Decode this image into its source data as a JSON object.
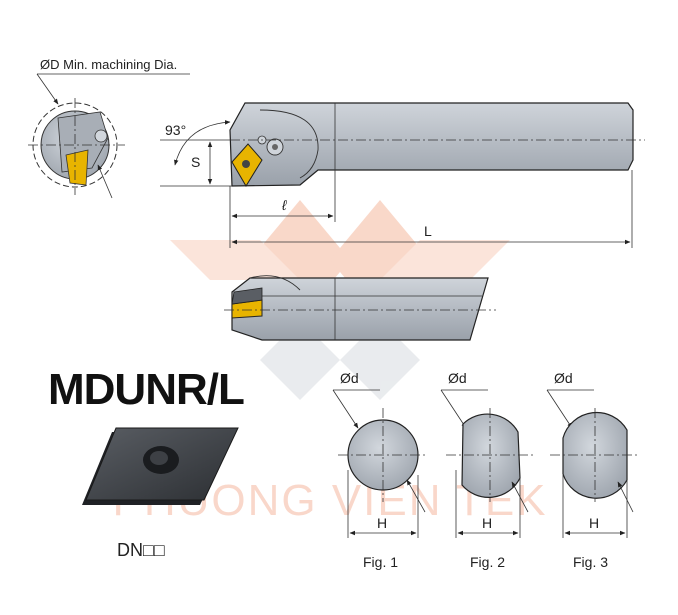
{
  "diagram": {
    "min_dia_label": "ØD Min. machining Dia.",
    "angle_label": "93°",
    "s_label": "S",
    "l_small_label": "ℓ",
    "l_large_label": "L",
    "title": "MDUNR/L",
    "insert_code": "DN□□",
    "watermark": "PHUONG VIEN TEK",
    "figures": [
      {
        "d_label": "Ød",
        "h_label": "H",
        "caption": "Fig. 1"
      },
      {
        "d_label": "Ød",
        "h_label": "H",
        "caption": "Fig. 2"
      },
      {
        "d_label": "Ød",
        "h_label": "H",
        "caption": "Fig. 3"
      }
    ],
    "colors": {
      "steel": "#b9bfc7",
      "steel_dark": "#8e959e",
      "insert": "#e8b400",
      "insert_dark": "#3a3d42",
      "watermark": "#f5b8a0"
    }
  }
}
